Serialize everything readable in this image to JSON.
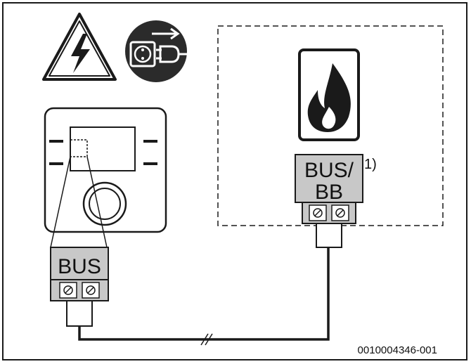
{
  "figure": {
    "id_code": "0010004346-001",
    "footnote_marker": "1)"
  },
  "controller": {
    "terminal_label": "BUS"
  },
  "boiler": {
    "terminal_label_line1": "BUS/",
    "terminal_label_line2": "BB"
  },
  "icons": {
    "warning": "electrical-hazard-warning-icon",
    "disconnect": "disconnect-mains-plug-icon",
    "flame": "flame-icon"
  },
  "colors": {
    "terminal_fill": "#c8c8c8",
    "stroke": "#1a1a1a",
    "disconnect_bg": "#2b2b2b"
  }
}
